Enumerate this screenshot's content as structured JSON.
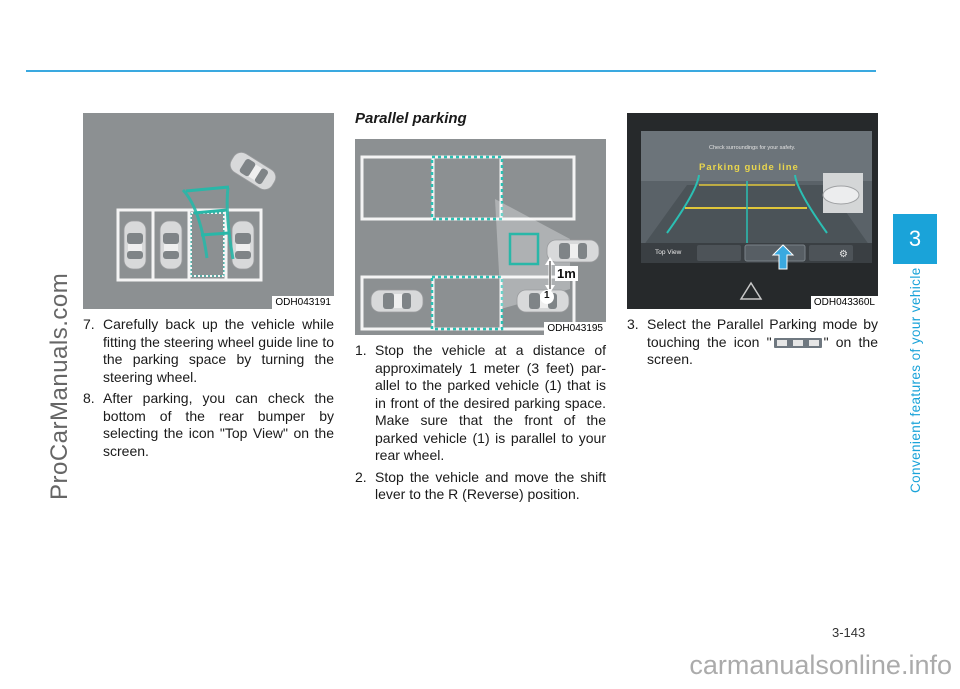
{
  "page": {
    "number": "3-143"
  },
  "chapter": {
    "number": "3",
    "title": "Convenient features of your vehicle"
  },
  "watermarks": {
    "left": "ProCarManuals.com",
    "bottom": "carmanualsonline.info"
  },
  "figures": {
    "fig1": {
      "caption": "ODH043191"
    },
    "fig2": {
      "caption": "ODH043195",
      "distance_label": "1m",
      "parked_vehicle_number": "1"
    },
    "fig3": {
      "caption": "ODH043360L",
      "screen_warning": "Check surroundings for your safety.",
      "guide_label": "Parking guide line",
      "top_view_button": "Top View"
    }
  },
  "column1": {
    "steps": [
      {
        "num": "7.",
        "text": "Carefully back up the vehicle while fitting the steering wheel guide line to the parking space by turning the steering wheel."
      },
      {
        "num": "8.",
        "text": "After parking, you can check the bottom of the rear bumper by selecting the icon \"Top View\" on the screen."
      }
    ]
  },
  "column2": {
    "heading": "Parallel parking",
    "steps": [
      {
        "num": "1.",
        "text": "Stop the vehicle at a distance of approximately 1 meter (3 feet) par-allel to the parked vehicle (1) that is in front of the desired parking space. Make sure that the front of the parked vehicle (1) is parallel to your rear wheel."
      },
      {
        "num": "2.",
        "text": "Stop the vehicle and move the shift lever to the R (Reverse) position."
      }
    ]
  },
  "column3": {
    "steps": [
      {
        "num": "3.",
        "text_before": "Select the Parallel Parking mode by touching the icon \"",
        "text_after": "\" on the screen."
      }
    ]
  }
}
